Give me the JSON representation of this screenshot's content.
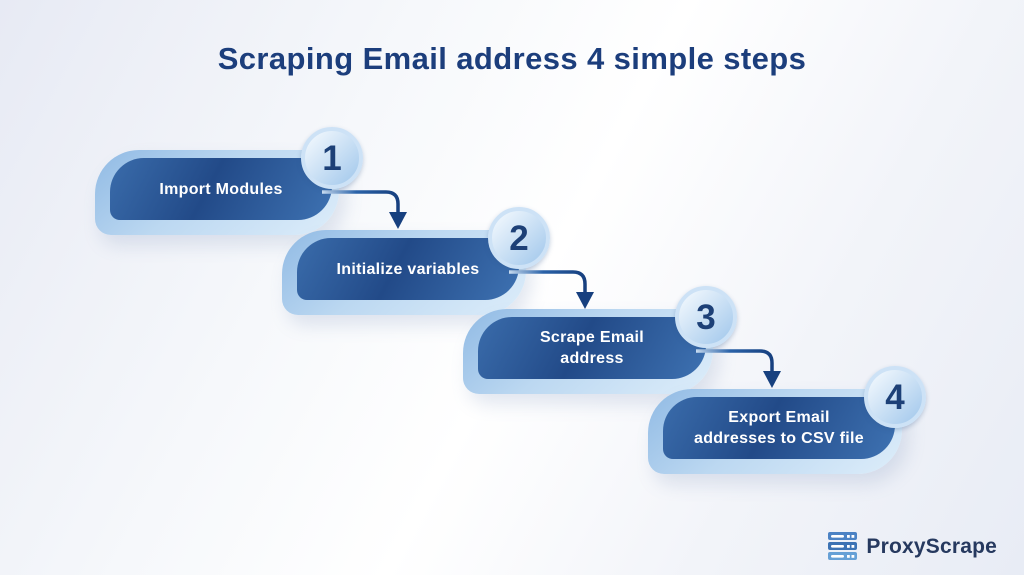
{
  "title": "Scraping Email address 4 simple steps",
  "steps": [
    {
      "number": "1",
      "label": "Import Modules"
    },
    {
      "number": "2",
      "label": "Initialize variables"
    },
    {
      "number": "3",
      "label": "Scrape Email\naddress"
    },
    {
      "number": "4",
      "label": "Export Email\naddresses to CSV file"
    }
  ],
  "footer": {
    "brand": "ProxyScrape",
    "icon": "server-stack-icon"
  },
  "colors": {
    "title": "#1c3e7c",
    "pill_text": "#ffffff",
    "pill_gradient_start": "#3a6cab",
    "pill_gradient_mid": "#224a88",
    "pill_gradient_end": "#3e72b2",
    "halo_start": "#90bae4",
    "halo_end": "#ddedfa",
    "circle_border": "#cde2f6",
    "circle_fill_start": "#f0f7fd",
    "circle_fill_end": "#a4c9ec",
    "step_number": "#1d4077",
    "arrow": "#17407f",
    "brand_text": "#26395f"
  }
}
